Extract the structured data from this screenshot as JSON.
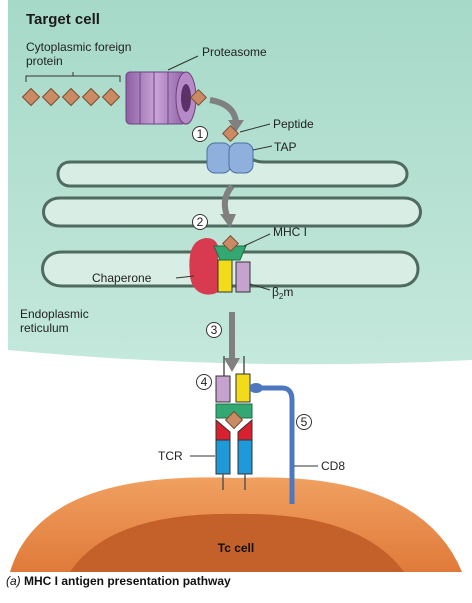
{
  "title": "Target cell",
  "labels": {
    "cytoplasmic_protein_line1": "Cytoplasmic foreign",
    "cytoplasmic_protein_line2": "protein",
    "proteasome": "Proteasome",
    "peptide": "Peptide",
    "tap": "TAP",
    "mhc1": "MHC I",
    "chaperone": "Chaperone",
    "b2m_beta": "β",
    "b2m_sub": "2",
    "b2m_m": "m",
    "er_line1": "Endoplasmic",
    "er_line2": "reticulum",
    "tcr": "TCR",
    "cd8": "CD8",
    "tc_cell": "Tc cell"
  },
  "steps": [
    "1",
    "2",
    "3",
    "4",
    "5"
  ],
  "caption": {
    "letter": "(a)",
    "text": "MHC I antigen presentation pathway"
  },
  "colors": {
    "cytoplasm": "#b9e3d6",
    "er_fill": "#d8eee4",
    "er_stroke": "#4f6b5f",
    "peptide": "#c98a64",
    "proteasome": "#a178b3",
    "tap": "#8fb0dc",
    "mhc_green": "#33a872",
    "chaperone": "#d83a4f",
    "alpha_yellow": "#f2dc1a",
    "b2m_purple": "#c6a3cf",
    "tcr_blue": "#1f9ad8",
    "tcr_red": "#d8202e",
    "cd8_blue": "#4e77c0",
    "tc_cell": "#e8894a",
    "tc_nucleus": "#c4602a",
    "arrow": "#808080"
  }
}
